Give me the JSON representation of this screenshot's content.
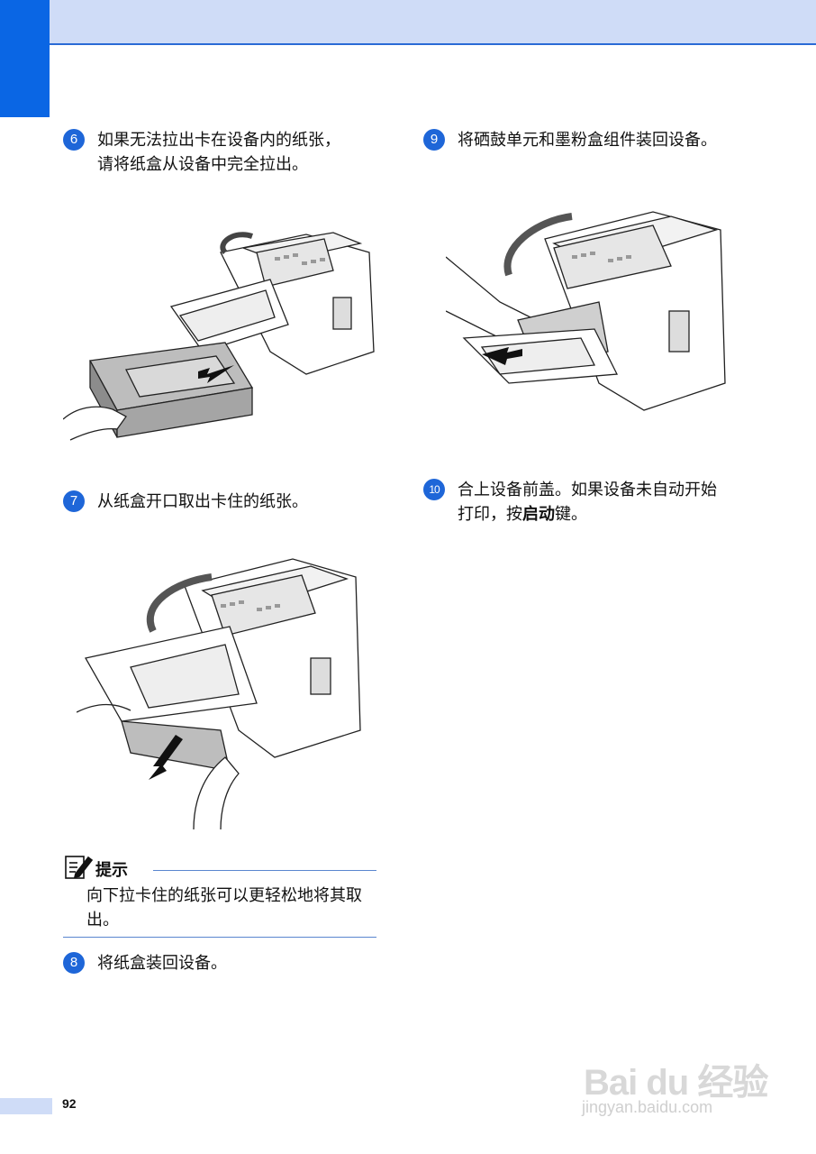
{
  "steps": [
    {
      "num": "6",
      "text": "如果无法拉出卡在设备内的纸张，请将纸盒从设备中完全拉出。"
    },
    {
      "num": "7",
      "text": "从纸盒开口取出卡住的纸张。"
    },
    {
      "num": "8",
      "text": "将纸盒装回设备。"
    },
    {
      "num": "9",
      "text": "将硒鼓单元和墨粉盒组件装回设备。"
    },
    {
      "num": "10",
      "text_before": "合上设备前盖。如果设备未自动开始打印，按",
      "text_bold": "启动",
      "text_after": "键。"
    }
  ],
  "note": {
    "title": "提示",
    "body": "向下拉卡住的纸张可以更轻松地将其取出。",
    "icon": "note-pencil-icon"
  },
  "page_number": "92",
  "watermark": {
    "brand": "Bai du 经验",
    "url": "jingyan.baidu.com"
  },
  "colors": {
    "accent": "#1e66d8",
    "band": "#cfdcf7",
    "tab": "#0a66e4"
  }
}
